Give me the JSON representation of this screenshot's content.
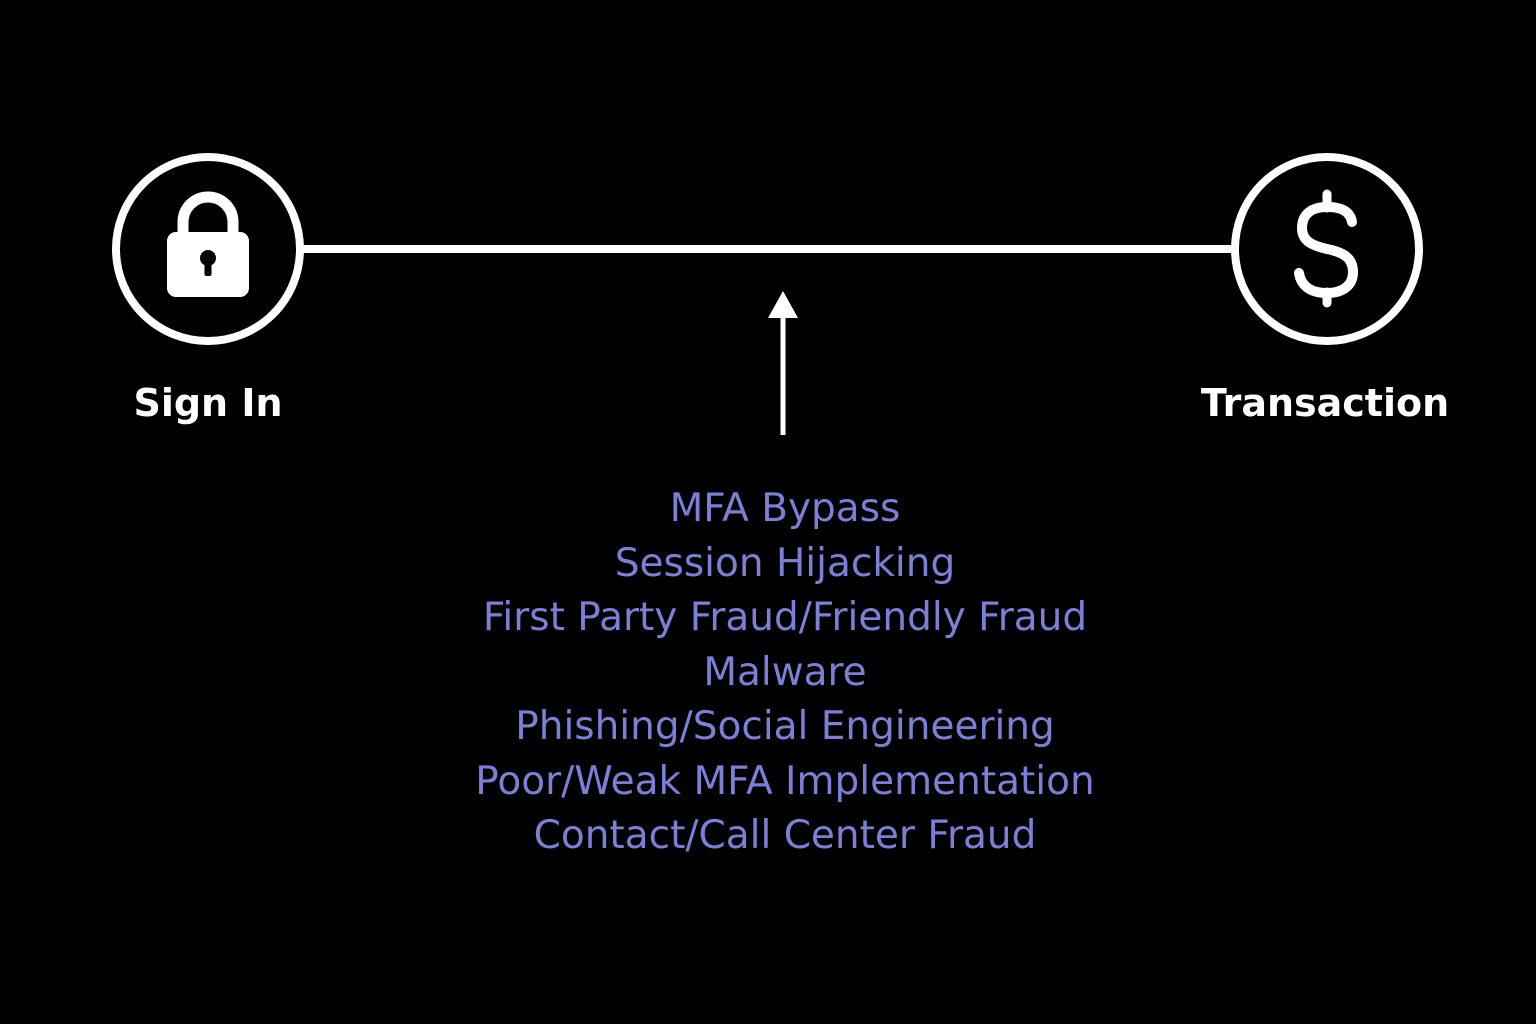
{
  "colors": {
    "background": "#000000",
    "foreground": "#ffffff",
    "threat_text": "#7b7fd6"
  },
  "nodes": {
    "start": {
      "label": "Sign In",
      "icon": "lock-icon"
    },
    "end": {
      "label": "Transaction",
      "icon": "dollar-icon"
    }
  },
  "connector": {
    "icon": "up-arrow-icon"
  },
  "threats": [
    "MFA Bypass",
    "Session Hijacking",
    "First Party Fraud/Friendly Fraud",
    "Malware",
    "Phishing/Social Engineering",
    "Poor/Weak MFA Implementation",
    "Contact/Call Center Fraud"
  ]
}
